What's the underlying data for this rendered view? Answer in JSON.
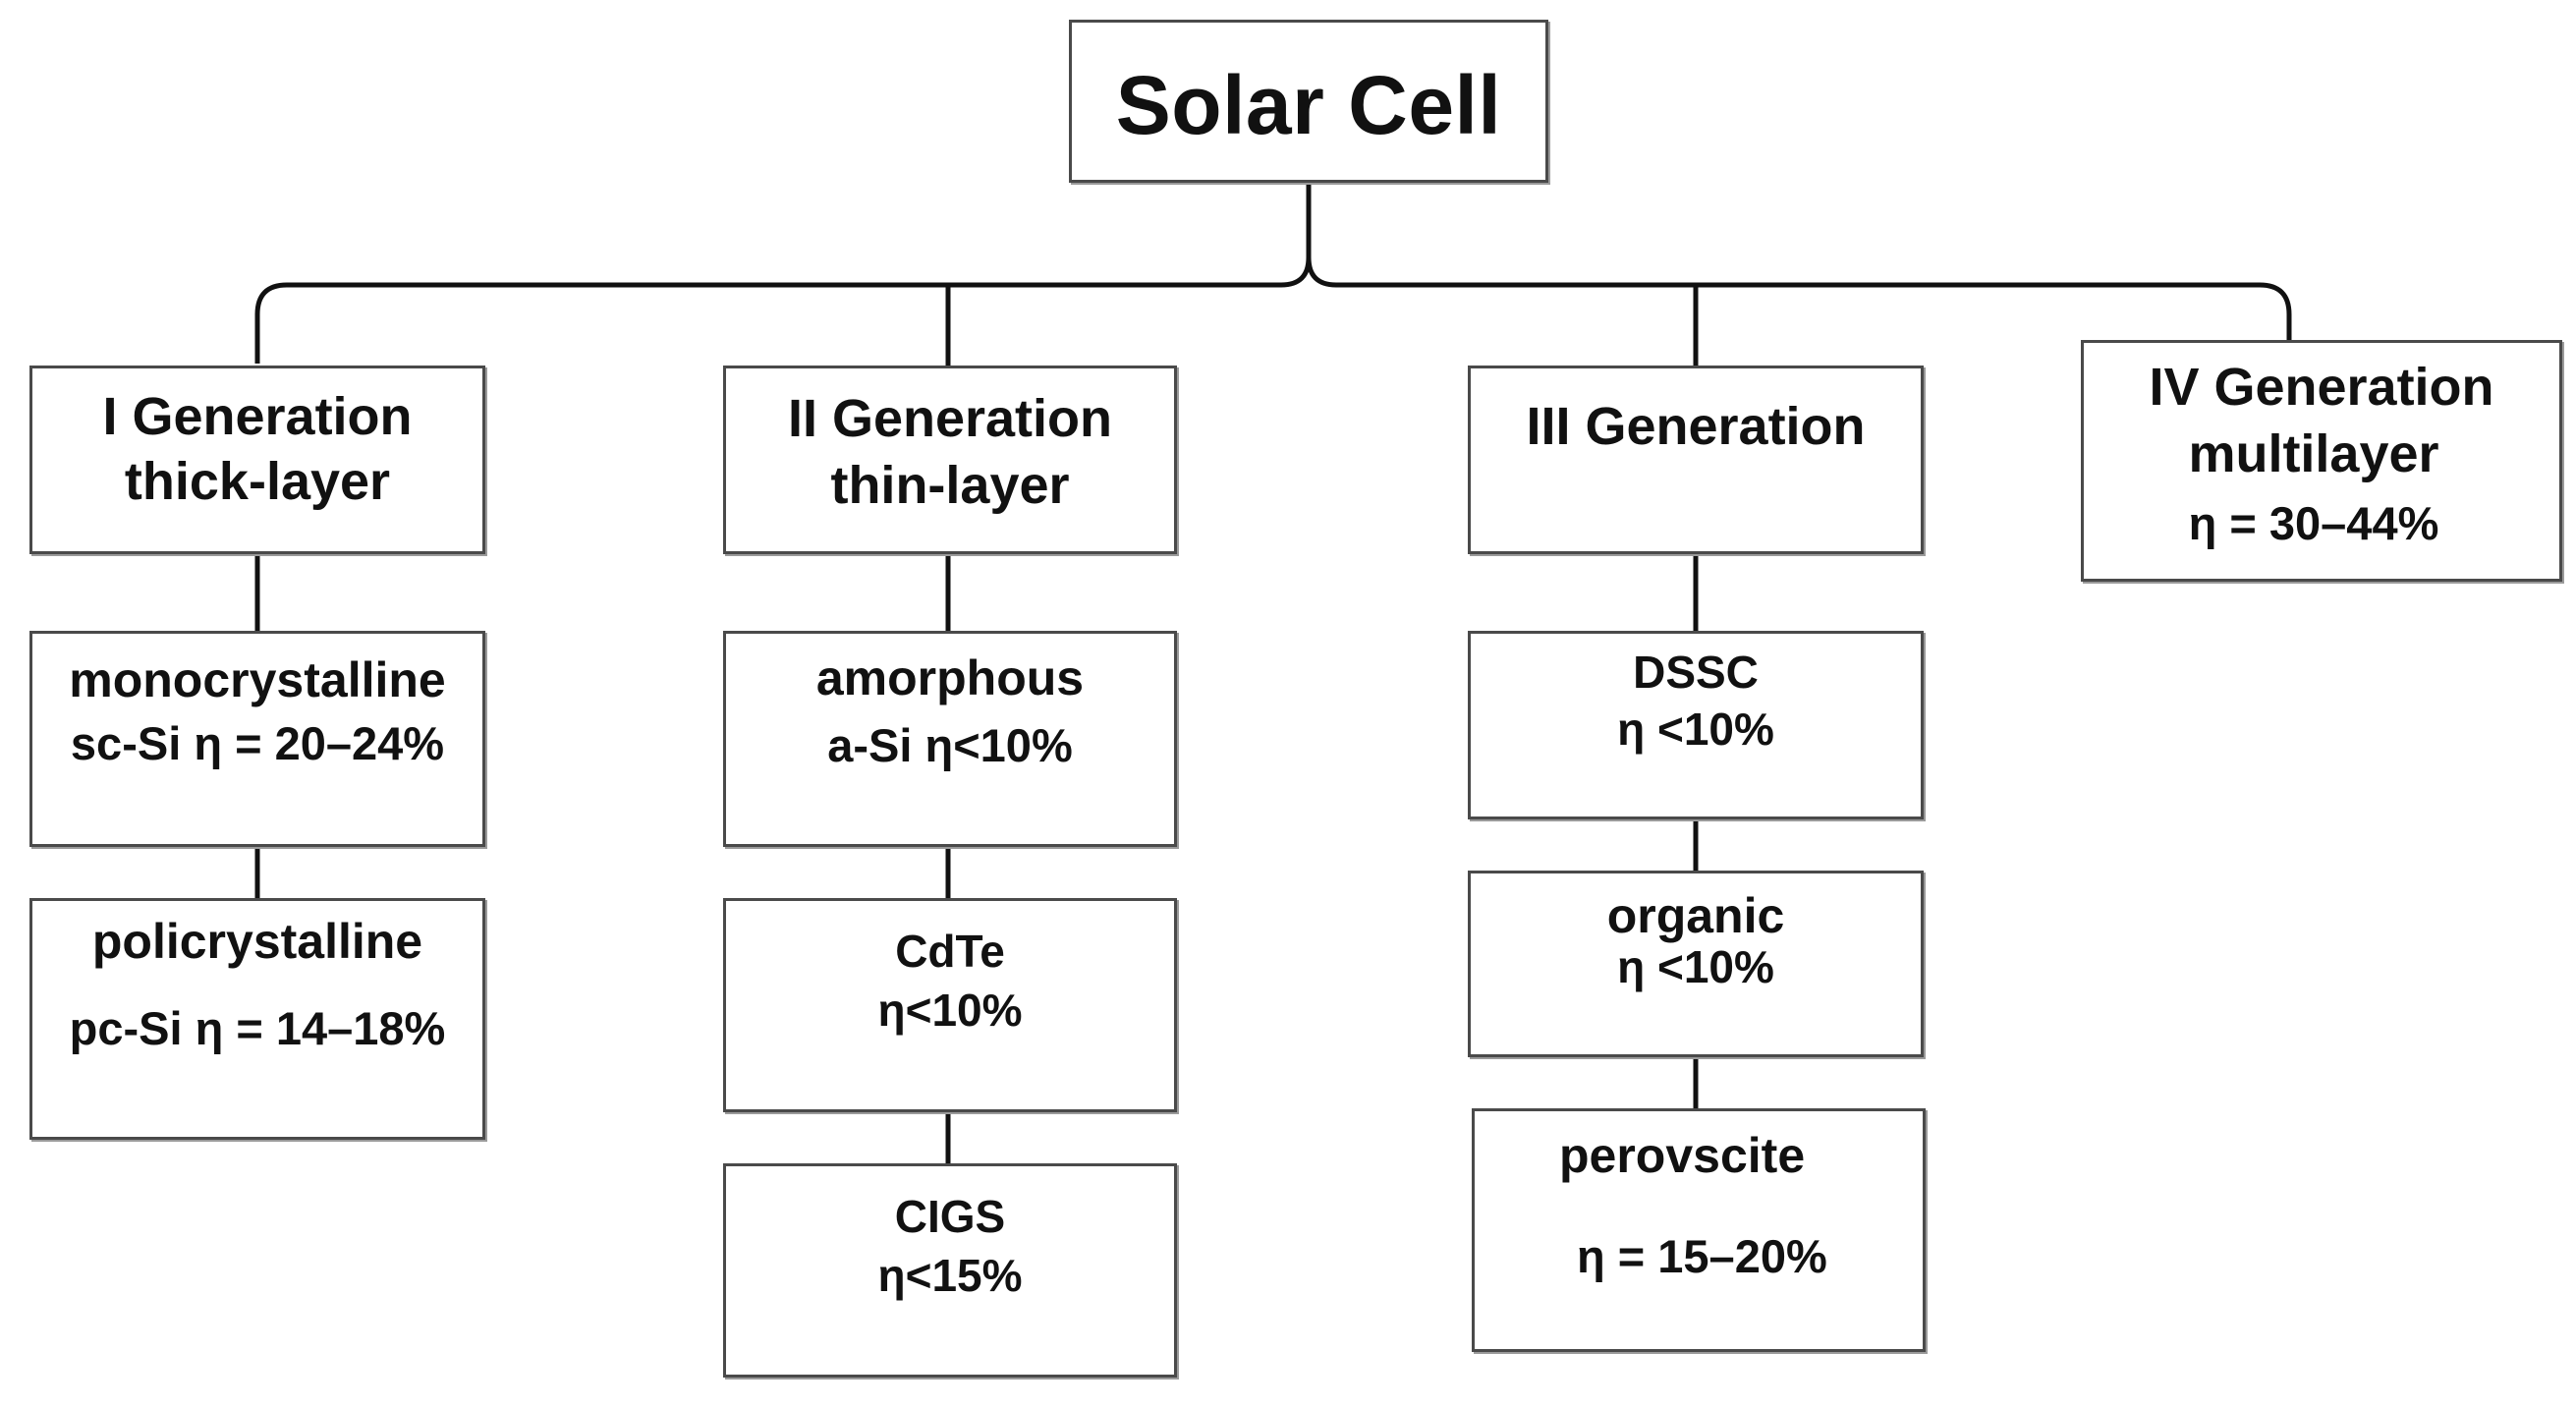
{
  "root": {
    "title": "Solar Cell"
  },
  "generations": [
    {
      "title": "I Generation",
      "subtitle": "thick-layer",
      "types": [
        {
          "name": "monocrystalline",
          "efficiency": "sc-Si η = 20–24%"
        },
        {
          "name": "policrystalline",
          "efficiency": "pc-Si η = 14–18%"
        }
      ]
    },
    {
      "title": "II Generation",
      "subtitle": "thin-layer",
      "types": [
        {
          "name": "amorphous",
          "efficiency": "a-Si η<10%"
        },
        {
          "name": "CdTe",
          "efficiency": "η<10%"
        },
        {
          "name": "CIGS",
          "efficiency": "η<15%"
        }
      ]
    },
    {
      "title": "III Generation",
      "types": [
        {
          "name": "DSSC",
          "efficiency": "η <10%"
        },
        {
          "name": "organic",
          "efficiency": "η <10%"
        },
        {
          "name": "perovscite",
          "efficiency": "η = 15–20%"
        }
      ]
    },
    {
      "title": "IV Generation",
      "subtitle": "multilayer",
      "efficiency": "η = 30–44%"
    }
  ]
}
